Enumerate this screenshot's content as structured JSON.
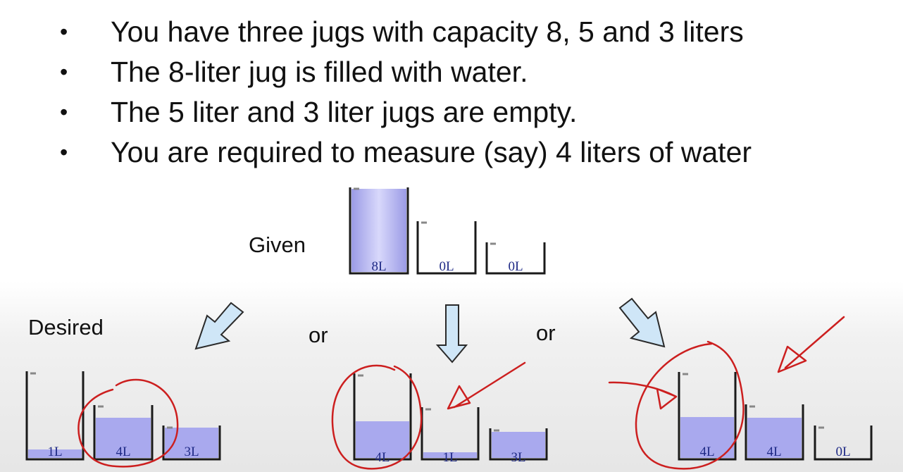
{
  "bullets": [
    "You have three jugs with capacity 8, 5 and 3 liters",
    "The 8-liter jug is filled with water.",
    "The 5 liter and 3 liter jugs are empty.",
    "You are required to measure (say) 4 liters of water"
  ],
  "labels": {
    "given": "Given",
    "desired": "Desired",
    "or_1": "or",
    "or_2": "or"
  },
  "states": {
    "given": [
      "8L",
      "0L",
      "0L"
    ],
    "option_1": [
      "1L",
      "4L",
      "3L"
    ],
    "option_2": [
      "4L",
      "1L",
      "3L"
    ],
    "option_3": [
      "4L",
      "4L",
      "0L"
    ]
  },
  "colors": {
    "water": "#a9a9ee",
    "jug": "#1a1a1a",
    "arrow_fill": "#cfe6f7",
    "annotation": "#cc1f1f",
    "jug_label": "#1f2a86"
  }
}
